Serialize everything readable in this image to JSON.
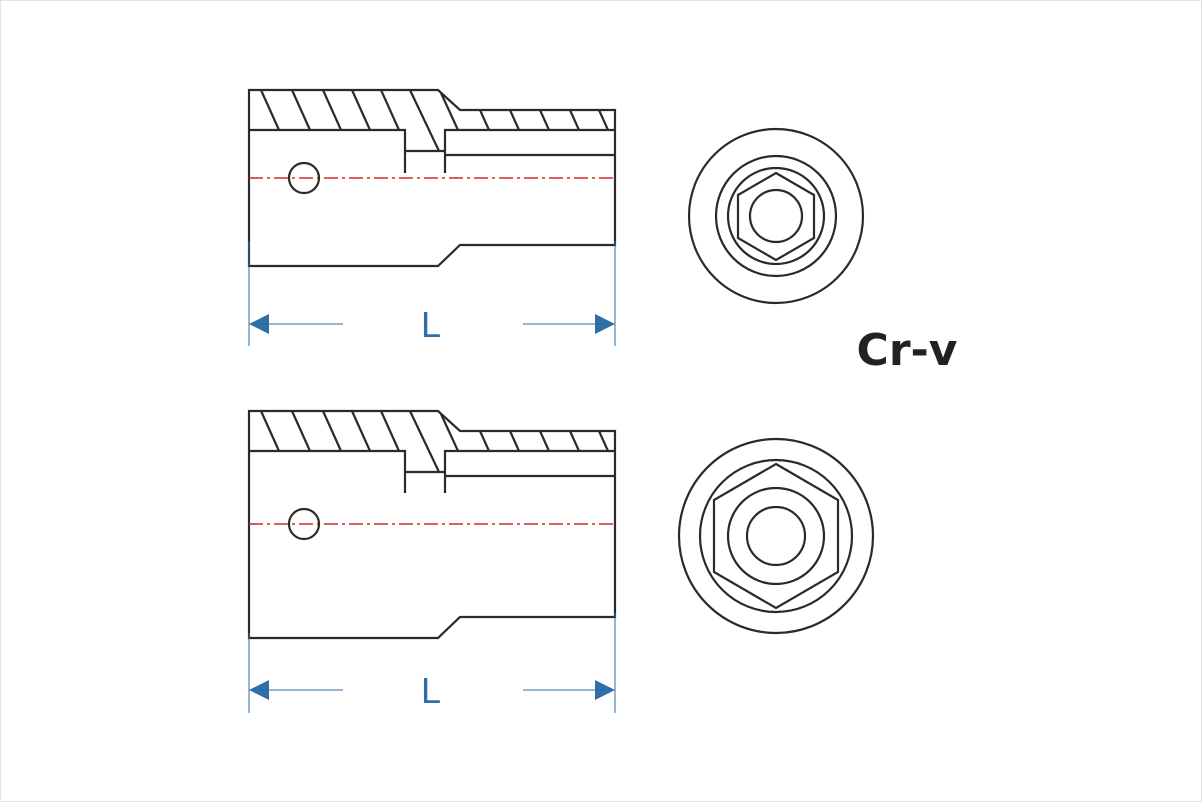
{
  "dimension_label_top": "L",
  "dimension_label_bottom": "L",
  "material_label": "Cr-v",
  "colors": {
    "outline": "#2a2a2a",
    "dimension": "#2e6fa8",
    "centerline": "#d42a2a"
  }
}
